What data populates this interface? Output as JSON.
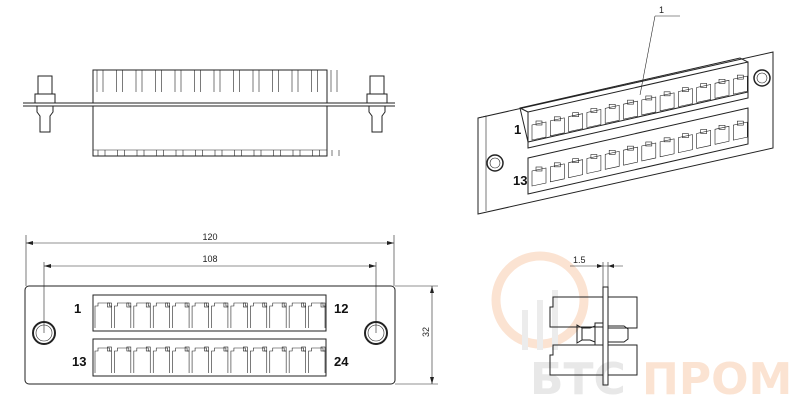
{
  "drawing": {
    "front_view": {
      "port_labels": {
        "top_left": "1",
        "top_right": "12",
        "bottom_left": "13",
        "bottom_right": "24"
      },
      "ports_per_row": 12,
      "rows": 2,
      "dimensions": {
        "overall_width": "120",
        "hole_spacing": "108",
        "height": "32"
      }
    },
    "isometric_view": {
      "callout": "1",
      "port_labels": {
        "top": "1",
        "bottom": "13"
      }
    },
    "section_view": {
      "dimensions": {
        "plate_thickness": "1.5"
      }
    }
  },
  "watermark": {
    "text_gray": "БТС",
    "text_orange": "ПРОМ",
    "colors": {
      "gray": "#e6e6e6",
      "orange": "#fbe3d2"
    }
  }
}
